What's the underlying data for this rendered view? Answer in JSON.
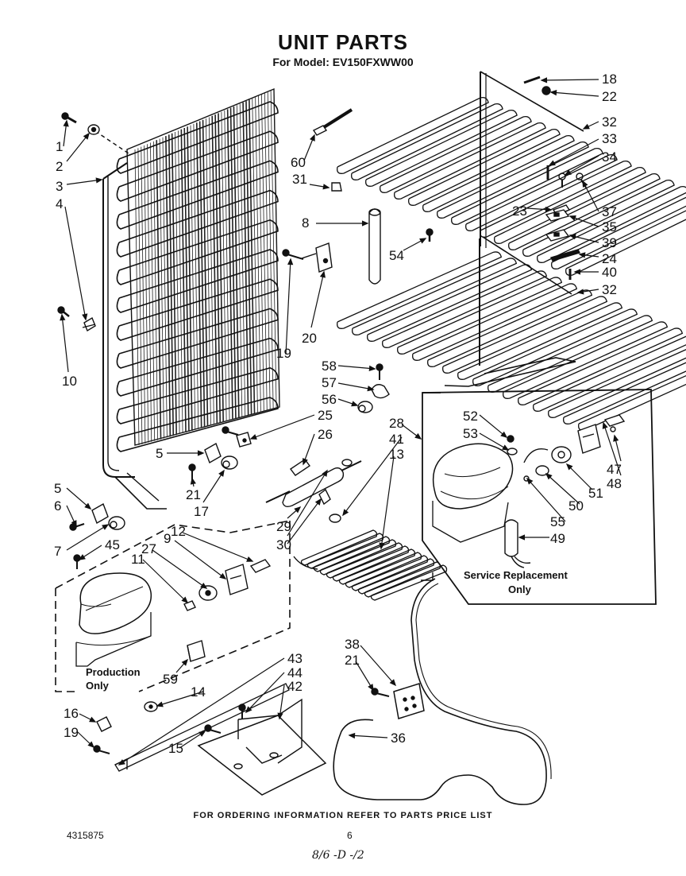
{
  "header": {
    "title": "UNIT PARTS",
    "subtitle": "For Model: EV150FXWW00"
  },
  "callouts": [
    {
      "id": "c1",
      "text": "1"
    },
    {
      "id": "c2",
      "text": "2"
    },
    {
      "id": "c3",
      "text": "3"
    },
    {
      "id": "c4",
      "text": "4"
    },
    {
      "id": "c10",
      "text": "10"
    },
    {
      "id": "c60",
      "text": "60"
    },
    {
      "id": "c31",
      "text": "31"
    },
    {
      "id": "c8",
      "text": "8"
    },
    {
      "id": "c54",
      "text": "54"
    },
    {
      "id": "c18",
      "text": "18"
    },
    {
      "id": "c22",
      "text": "22"
    },
    {
      "id": "c32a",
      "text": "32"
    },
    {
      "id": "c33",
      "text": "33"
    },
    {
      "id": "c34",
      "text": "34"
    },
    {
      "id": "c23",
      "text": "23"
    },
    {
      "id": "c37",
      "text": "37"
    },
    {
      "id": "c35",
      "text": "35"
    },
    {
      "id": "c39",
      "text": "39"
    },
    {
      "id": "c24",
      "text": "24"
    },
    {
      "id": "c40",
      "text": "40"
    },
    {
      "id": "c32b",
      "text": "32"
    },
    {
      "id": "c19a",
      "text": "19"
    },
    {
      "id": "c20",
      "text": "20"
    },
    {
      "id": "c58",
      "text": "58"
    },
    {
      "id": "c57",
      "text": "57"
    },
    {
      "id": "c56",
      "text": "56"
    },
    {
      "id": "c25",
      "text": "25"
    },
    {
      "id": "c26",
      "text": "26"
    },
    {
      "id": "c28",
      "text": "28"
    },
    {
      "id": "c41",
      "text": "41"
    },
    {
      "id": "c13",
      "text": "13"
    },
    {
      "id": "c5a",
      "text": "5"
    },
    {
      "id": "c21a",
      "text": "21"
    },
    {
      "id": "c17",
      "text": "17"
    },
    {
      "id": "c5b",
      "text": "5"
    },
    {
      "id": "c6",
      "text": "6"
    },
    {
      "id": "c7",
      "text": "7"
    },
    {
      "id": "c45",
      "text": "45"
    },
    {
      "id": "c12",
      "text": "12"
    },
    {
      "id": "c9",
      "text": "9"
    },
    {
      "id": "c11",
      "text": "11"
    },
    {
      "id": "c27",
      "text": "27"
    },
    {
      "id": "c29",
      "text": "29"
    },
    {
      "id": "c30",
      "text": "30"
    },
    {
      "id": "c52",
      "text": "52"
    },
    {
      "id": "c53",
      "text": "53"
    },
    {
      "id": "c47",
      "text": "47"
    },
    {
      "id": "c48",
      "text": "48"
    },
    {
      "id": "c51",
      "text": "51"
    },
    {
      "id": "c50",
      "text": "50"
    },
    {
      "id": "c55",
      "text": "55"
    },
    {
      "id": "c49",
      "text": "49"
    },
    {
      "id": "c59",
      "text": "59"
    },
    {
      "id": "c43",
      "text": "43"
    },
    {
      "id": "c44",
      "text": "44"
    },
    {
      "id": "c42",
      "text": "42"
    },
    {
      "id": "c14",
      "text": "14"
    },
    {
      "id": "c16",
      "text": "16"
    },
    {
      "id": "c19b",
      "text": "19"
    },
    {
      "id": "c15",
      "text": "15"
    },
    {
      "id": "c38",
      "text": "38"
    },
    {
      "id": "c21b",
      "text": "21"
    },
    {
      "id": "c36",
      "text": "36"
    }
  ],
  "notes": {
    "service_line1": "Service Replacement",
    "service_line2": "Only",
    "production_line1": "Production",
    "production_line2": "Only"
  },
  "footer": {
    "ordering": "FOR ORDERING INFORMATION REFER TO PARTS PRICE LIST",
    "doc_number": "4315875",
    "page_number": "6",
    "handwritten": "8/6 -D -/2"
  }
}
